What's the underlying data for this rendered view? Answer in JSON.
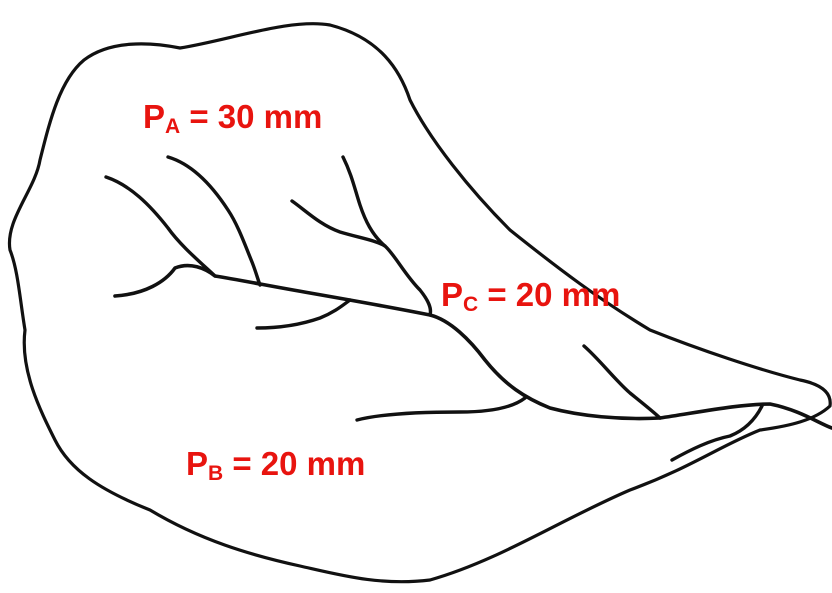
{
  "labels": {
    "a": {
      "letter": "P",
      "sub": "A",
      "rest": " = 30 mm"
    },
    "b": {
      "letter": "P",
      "sub": "B",
      "rest": " = 20 mm"
    },
    "c": {
      "letter": "P",
      "sub": "C",
      "rest": " = 20 mm"
    }
  },
  "colors": {
    "label": "#e8140f",
    "outline": "#111111",
    "background": "#ffffff"
  }
}
